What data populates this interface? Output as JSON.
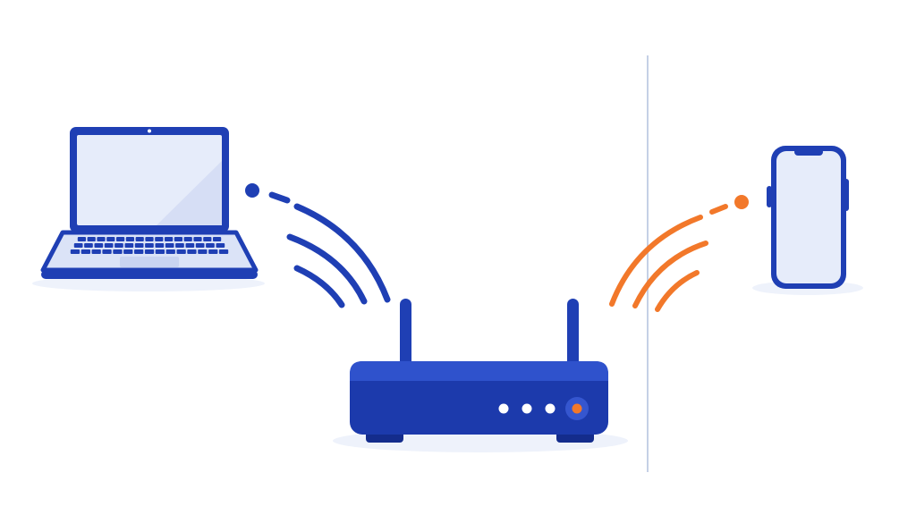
{
  "colors": {
    "background": "#ffffff",
    "primary_blue": "#1f3fb4",
    "router_top": "#2f52cc",
    "router_front": "#1c3aac",
    "router_shadow": "#142c8c",
    "screen_fill": "#e6ecfa",
    "screen_glare": "#d6def5",
    "keyboard": "#1f3fb4",
    "deck_fill": "#dbe3f7",
    "floor_shadow": "#eef2fb",
    "divider": "#c5d0e6",
    "orange_signal": "#f2782a",
    "led_white": "#ffffff"
  },
  "icons": {
    "laptop": "laptop-icon",
    "router": "router-icon",
    "phone": "smartphone-icon",
    "laptop_signal": "wifi-signal-arcs-blue",
    "phone_signal": "wifi-signal-arcs-orange",
    "wall": "wall-divider-line"
  },
  "router": {
    "status_leds": 3,
    "power_led_color": "#f2782a"
  }
}
